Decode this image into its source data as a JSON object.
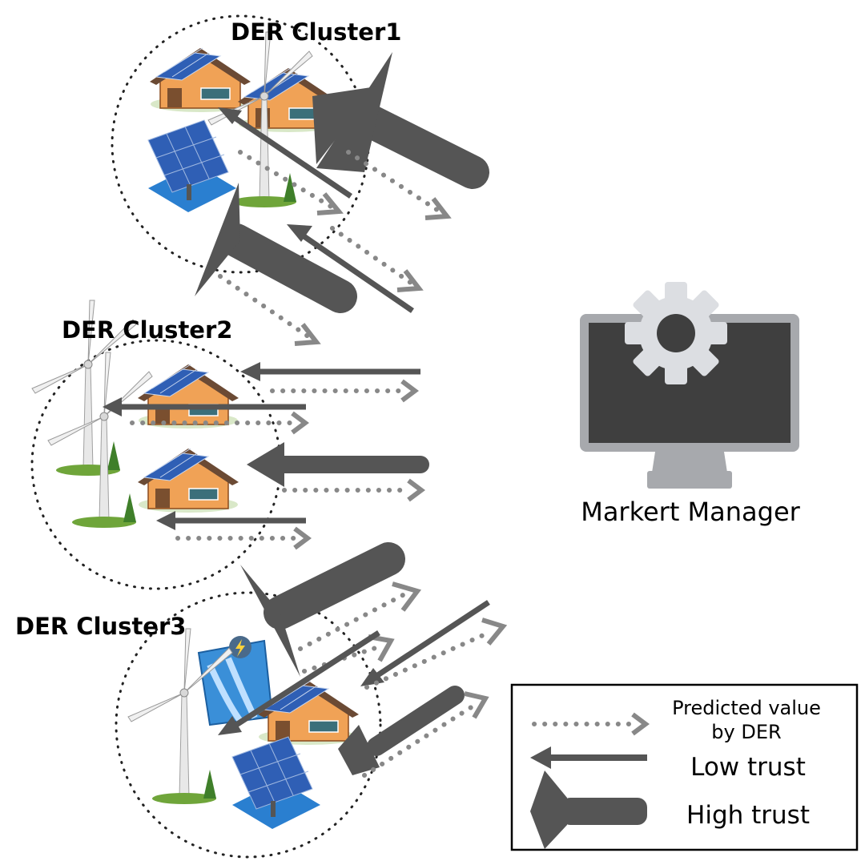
{
  "clusters": [
    {
      "title": "DER Cluster1"
    },
    {
      "title": "DER Cluster2"
    },
    {
      "title": "DER Cluster3"
    }
  ],
  "manager": {
    "label": "Markert Manager"
  },
  "legend": {
    "predicted_line1": "Predicted value",
    "predicted_line2": "by DER",
    "low_trust": "Low trust",
    "high_trust": "High trust"
  },
  "colors": {
    "arrow": "#555555",
    "monitor_frame": "#a7a9ad",
    "monitor_screen": "#3f3f3f",
    "gear": "#dcdee2",
    "roof_solar": "#2f5fb5",
    "house_wall": "#f0a256",
    "grass": "#6fa53a"
  }
}
